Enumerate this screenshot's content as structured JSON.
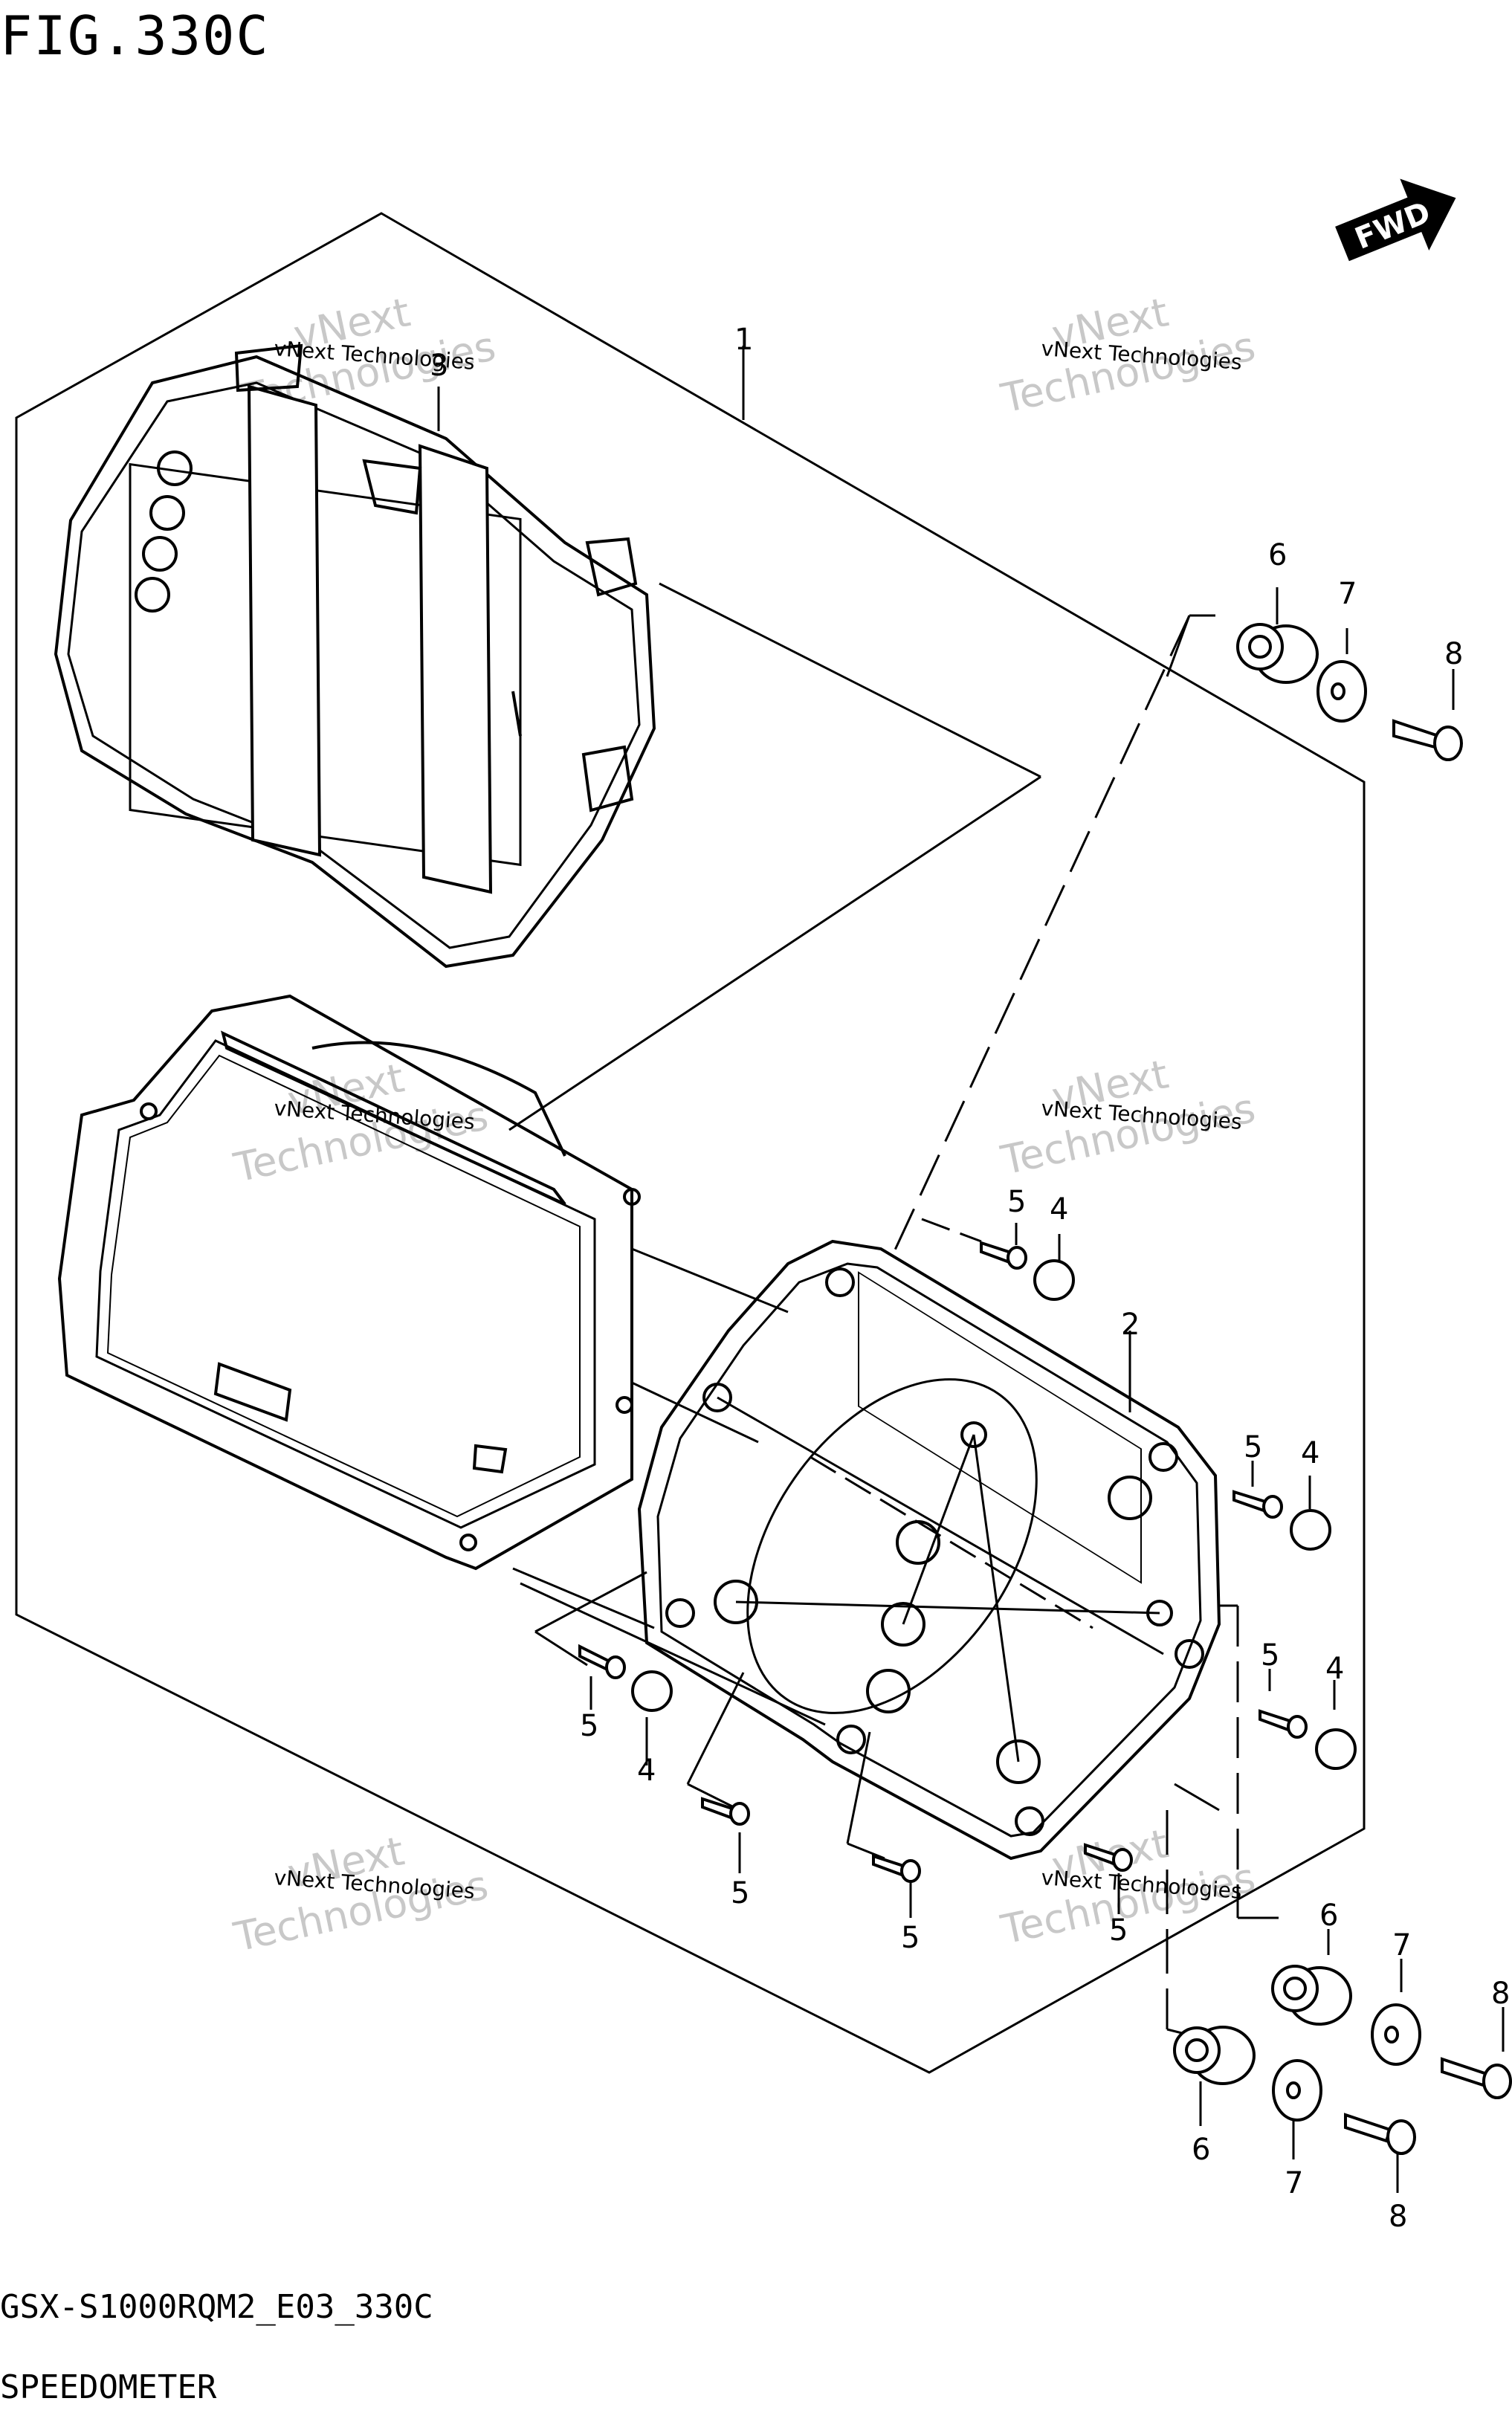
{
  "figure_title": "FIG.330C",
  "model_code": "GSX-S1000RQM2_E03_330C",
  "description": "SPEEDOMETER",
  "direction_badge": "FWD",
  "watermark": {
    "line1": "vNext Technologies",
    "line2": "vNext",
    "line3": "Technologies"
  },
  "callouts": [
    {
      "id": "c1",
      "label": "1"
    },
    {
      "id": "c3",
      "label": "3"
    },
    {
      "id": "c2",
      "label": "2"
    },
    {
      "id": "c6a",
      "label": "6"
    },
    {
      "id": "c7a",
      "label": "7"
    },
    {
      "id": "c8a",
      "label": "8"
    },
    {
      "id": "c5a",
      "label": "5"
    },
    {
      "id": "c4a",
      "label": "4"
    },
    {
      "id": "c5b",
      "label": "5"
    },
    {
      "id": "c4b",
      "label": "4"
    },
    {
      "id": "c5c",
      "label": "5"
    },
    {
      "id": "c4c",
      "label": "4"
    },
    {
      "id": "c5d",
      "label": "5"
    },
    {
      "id": "c4d",
      "label": "4"
    },
    {
      "id": "c5e",
      "label": "5"
    },
    {
      "id": "c5f",
      "label": "5"
    },
    {
      "id": "c5g",
      "label": "5"
    },
    {
      "id": "c6b",
      "label": "6"
    },
    {
      "id": "c7b",
      "label": "7"
    },
    {
      "id": "c8b",
      "label": "8"
    },
    {
      "id": "c6c",
      "label": "6"
    },
    {
      "id": "c7c",
      "label": "7"
    },
    {
      "id": "c8c",
      "label": "8"
    }
  ]
}
